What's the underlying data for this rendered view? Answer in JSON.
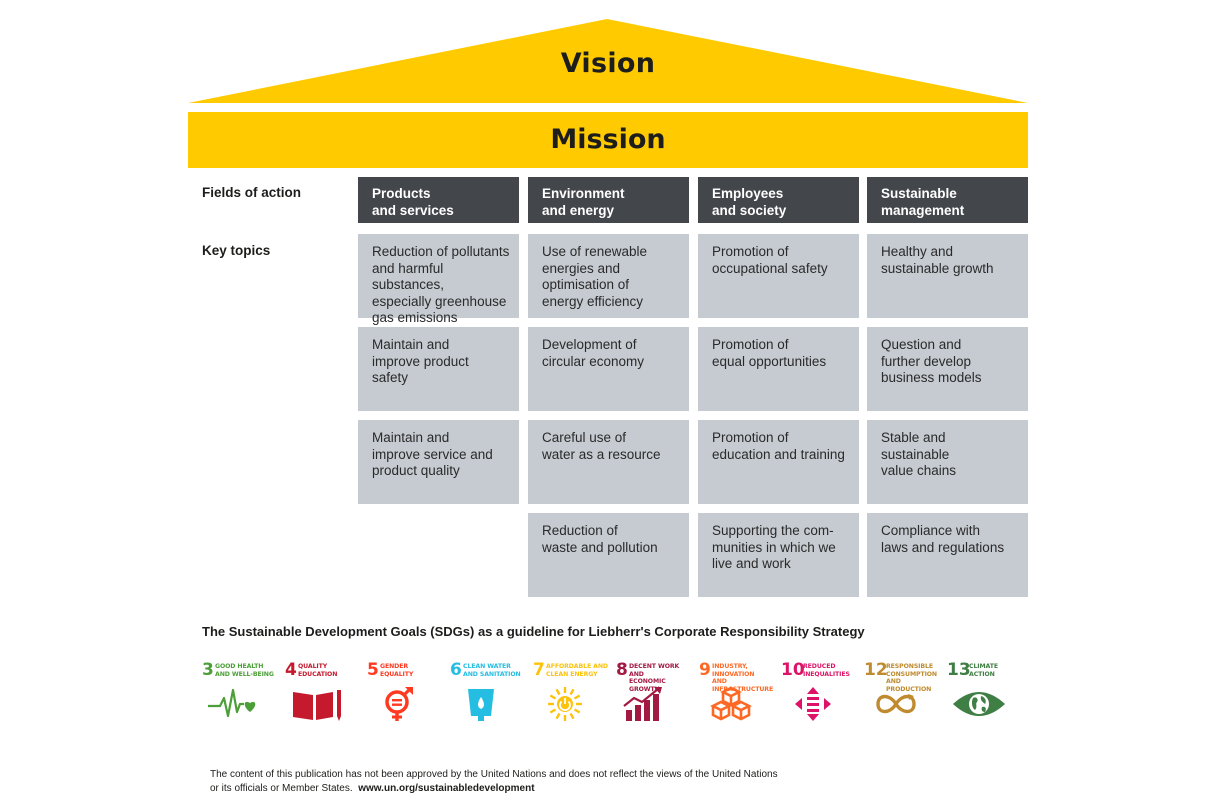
{
  "vision": "Vision",
  "mission": "Mission",
  "labels": {
    "fields": "Fields of action",
    "topics": "Key topics"
  },
  "columns": [
    {
      "title": [
        "Products",
        "and services"
      ],
      "topics": [
        [
          "Reduction of pollutants",
          "and harmful substances,",
          "especially greenhouse",
          "gas emissions"
        ],
        [
          "Maintain and",
          "improve product",
          "safety"
        ],
        [
          "Maintain and",
          "improve service and",
          "product quality"
        ]
      ]
    },
    {
      "title": [
        "Environment",
        "and energy"
      ],
      "topics": [
        [
          "Use of renewable",
          "energies and",
          "optimisation of",
          "energy efficiency"
        ],
        [
          "Development of",
          "circular economy"
        ],
        [
          "Careful use of",
          "water as a resource"
        ],
        [
          "Reduction of",
          "waste and pollution"
        ]
      ]
    },
    {
      "title": [
        "Employees",
        "and society"
      ],
      "topics": [
        [
          "Promotion of",
          "occupational safety"
        ],
        [
          "Promotion of",
          "equal opportunities"
        ],
        [
          "Promotion of",
          "education and training"
        ],
        [
          "Supporting the com-",
          "munities in which we",
          "live and work"
        ]
      ]
    },
    {
      "title": [
        "Sustainable",
        "management"
      ],
      "topics": [
        [
          "Healthy and",
          "sustainable growth"
        ],
        [
          "Question and",
          "further develop",
          "business models"
        ],
        [
          "Stable and",
          "sustainable",
          "value chains"
        ],
        [
          "Compliance with",
          "laws and regulations"
        ]
      ]
    }
  ],
  "sdg_heading": "The Sustainable Development Goals (SDGs) as a guideline for Liebherr's Corporate Responsibility Strategy",
  "sdgs": [
    {
      "number": "3",
      "title": [
        "Good health",
        "and well-being"
      ],
      "color": "#4c9f38",
      "icon": "heartbeat-icon"
    },
    {
      "number": "4",
      "title": [
        "Quality",
        "education"
      ],
      "color": "#c5192d",
      "icon": "book-icon"
    },
    {
      "number": "5",
      "title": [
        "Gender",
        "equality"
      ],
      "color": "#ff3a21",
      "icon": "gender-equality-icon"
    },
    {
      "number": "6",
      "title": [
        "Clean water",
        "and sanitation"
      ],
      "color": "#26bde2",
      "icon": "water-glass-icon"
    },
    {
      "number": "7",
      "title": [
        "Affordable and",
        "clean energy"
      ],
      "color": "#fcc30b",
      "icon": "sun-power-icon"
    },
    {
      "number": "8",
      "title": [
        "Decent work and",
        "economic growth"
      ],
      "color": "#a21942",
      "icon": "growth-chart-icon"
    },
    {
      "number": "9",
      "title": [
        "Industry, innovation",
        "and infrastructure"
      ],
      "color": "#fd6925",
      "icon": "cubes-icon"
    },
    {
      "number": "10",
      "title": [
        "Reduced",
        "inequalities"
      ],
      "color": "#dd1367",
      "icon": "equality-arrows-icon"
    },
    {
      "number": "12",
      "title": [
        "Responsible",
        "consumption",
        "and production"
      ],
      "color": "#bf8b2e",
      "icon": "infinity-icon"
    },
    {
      "number": "13",
      "title": [
        "Climate",
        "action"
      ],
      "color": "#3f7e44",
      "icon": "earth-eye-icon"
    }
  ],
  "footer": {
    "line1": "The content of this publication has not been approved by the United Nations and does not reflect the views of the United Nations",
    "line2": "or its officials or Member States.",
    "url": "www.un.org/sustainabledevelopment"
  },
  "colors": {
    "yellow": "#ffcb00",
    "field_header": "#43464b",
    "topic_box": "#c5cbd1"
  }
}
